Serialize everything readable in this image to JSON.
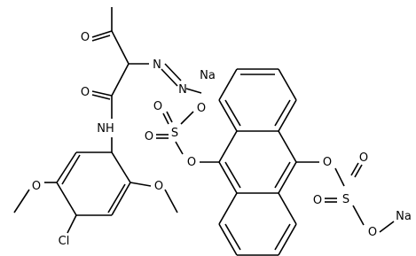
{
  "structure": {
    "atoms": {
      "ketone_o": "O",
      "amide_o": "O",
      "amide_nh": "NH",
      "cl": "Cl",
      "ome1_o": "O",
      "ome2_o": "O",
      "azo_n1": "N",
      "azo_n2": "N",
      "na1": "Na",
      "sulf1_o_top": "O",
      "sulf1_o_left": "O",
      "sulf1_s": "S",
      "sulf1_o_right": "O",
      "sulf1_o_bottom": "O",
      "sulf2_o_link": "O",
      "sulf2_s": "S",
      "sulf2_o_top": "O",
      "sulf2_o_left": "O",
      "sulf2_o_na": "O",
      "na2": "Na"
    }
  }
}
